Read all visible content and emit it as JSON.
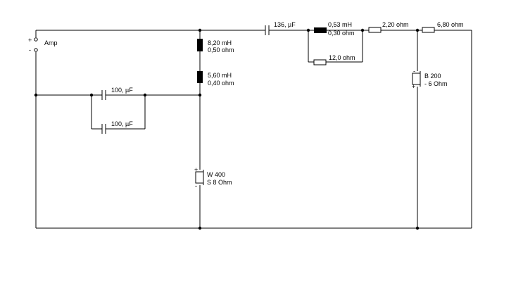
{
  "amp": {
    "label": "Amp",
    "plus": "+",
    "minus": "-"
  },
  "woofer_branch": {
    "inductor1": {
      "value": "8,20 mH",
      "resistance": "0,50 ohm"
    },
    "inductor2": {
      "value": "5,60 mH",
      "resistance": "0,40 ohm"
    },
    "cap_a": "100, µF",
    "cap_b": "100, µF",
    "speaker": {
      "name": "W 400",
      "impedance": "S 8 Ohm",
      "plus": "+",
      "minus": "-"
    }
  },
  "tweeter_branch": {
    "cap": "136, µF",
    "inductor": {
      "value": "0,53 mH",
      "resistance": "0,30 ohm"
    },
    "parallel_resistor": "12,0 ohm",
    "series_resistor": "2,20 ohm",
    "shunt_resistor": "6,80 ohm",
    "speaker": {
      "name": "B 200",
      "impedance": "- 6 Ohm",
      "minus": "-",
      "plus": "+"
    }
  }
}
